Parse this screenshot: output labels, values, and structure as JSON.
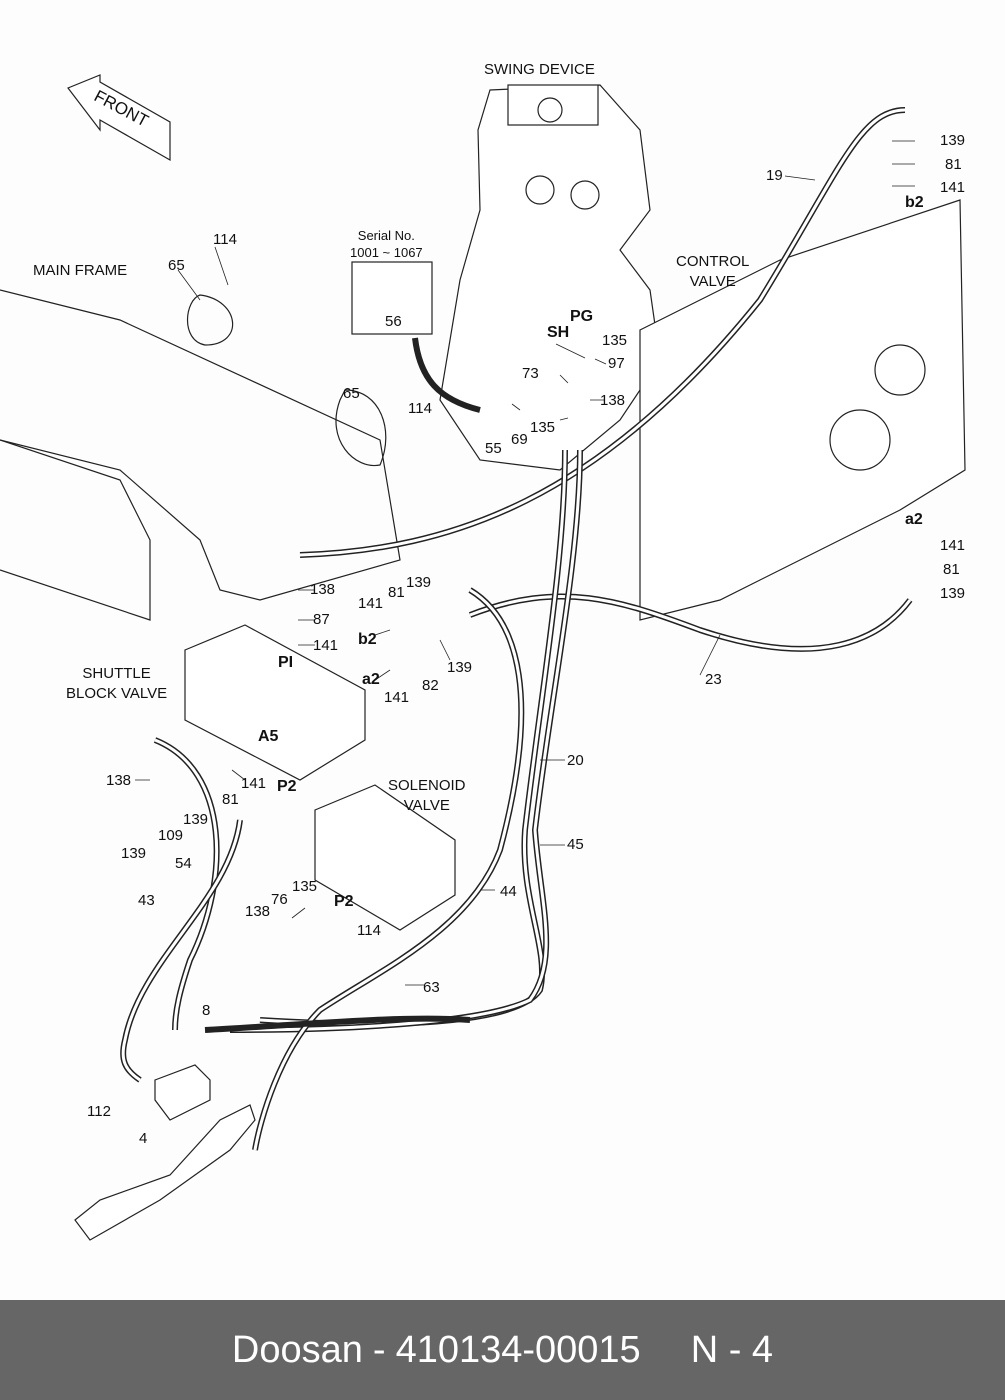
{
  "diagram": {
    "titles": {
      "swing_device": "SWING DEVICE",
      "control_valve": "CONTROL\nVALVE",
      "main_frame": "MAIN FRAME",
      "shuttle_block_valve": "SHUTTLE\nBLOCK VALVE",
      "solenoid_valve": "SOLENOID\nVALVE",
      "serial_no": "Serial No.\n1001 ~ 1067",
      "front_arrow": "FRONT"
    },
    "ports": [
      "PG",
      "SH",
      "b2",
      "a2",
      "PI",
      "A5",
      "P2",
      "P2",
      "b2",
      "a2"
    ],
    "callouts": [
      "139",
      "81",
      "141",
      "19",
      "114",
      "65",
      "56",
      "135",
      "97",
      "73",
      "138",
      "135",
      "69",
      "55",
      "65",
      "114",
      "141",
      "81",
      "139",
      "138",
      "87",
      "141",
      "82",
      "139",
      "141",
      "23",
      "20",
      "45",
      "44",
      "138",
      "109",
      "139",
      "141",
      "81",
      "139",
      "54",
      "43",
      "135",
      "76",
      "138",
      "114",
      "63",
      "8",
      "112",
      "4",
      "141",
      "81",
      "139"
    ]
  },
  "footer": {
    "brand": "Doosan",
    "separator": "-",
    "part_number": "410134-00015",
    "page_label": "N - 4"
  }
}
